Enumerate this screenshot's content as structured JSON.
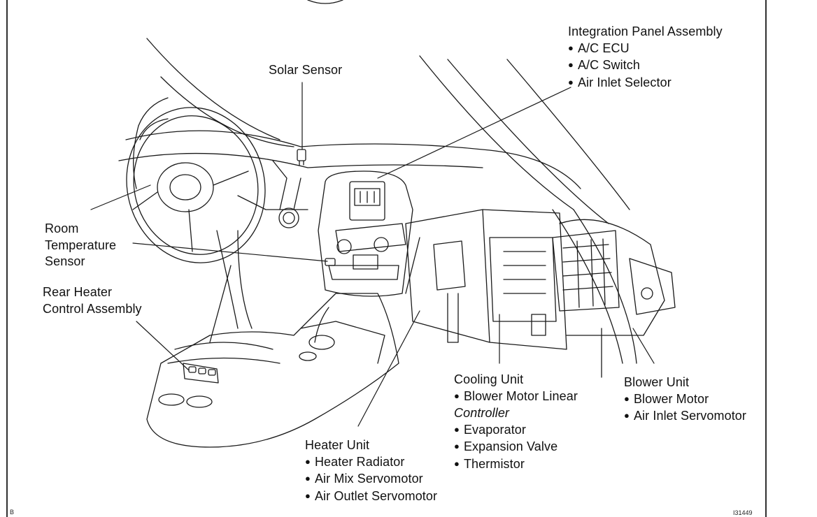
{
  "labels": {
    "integration": {
      "title": "Integration Panel Assembly",
      "items": [
        "A/C ECU",
        "A/C Switch",
        "Air Inlet Selector"
      ]
    },
    "solar": {
      "title": "Solar Sensor"
    },
    "room": {
      "lines": [
        "Room",
        "Temperature",
        "Sensor"
      ]
    },
    "rear": {
      "lines": [
        "Rear Heater",
        "Control Assembly"
      ]
    },
    "cooling": {
      "title": "Cooling Unit",
      "item1_line1": "Blower Motor Linear",
      "item1_line2": "Controller",
      "items": [
        "Evaporator",
        "Expansion Valve",
        "Thermistor"
      ]
    },
    "blower": {
      "title": "Blower Unit",
      "items": [
        "Blower Motor",
        "Air Inlet Servomotor"
      ]
    },
    "heater": {
      "title": "Heater Unit",
      "items": [
        "Heater Radiator",
        "Air Mix Servomotor",
        "Air Outlet Servomotor"
      ]
    }
  },
  "corner_left": "B",
  "corner_right": "I31449"
}
